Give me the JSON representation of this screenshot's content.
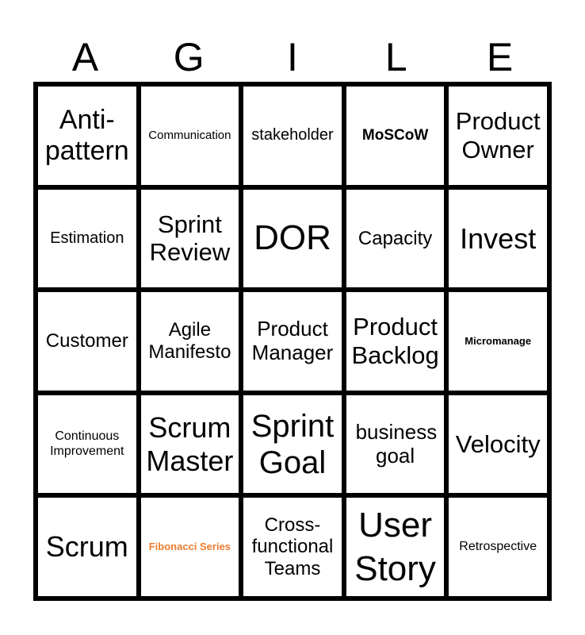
{
  "header": [
    "A",
    "G",
    "I",
    "L",
    "E"
  ],
  "cells": [
    "Anti-pattern",
    "Communication",
    "stakeholder",
    "MoSCoW",
    "Product Owner",
    "Estimation",
    "Sprint Review",
    "DOR",
    "Capacity",
    "Invest",
    "Customer",
    "Agile Manifesto",
    "Product Manager",
    "Product Backlog",
    "Micromanage",
    "Continuous Improvement",
    "Scrum Master",
    "Sprint Goal",
    "business goal",
    "Velocity",
    "Scrum",
    "Fibonacci Series",
    "Cross-functional Teams",
    "User Story",
    "Retrospective"
  ],
  "colors": {
    "highlight": "#ed7d31",
    "border": "#000000"
  }
}
